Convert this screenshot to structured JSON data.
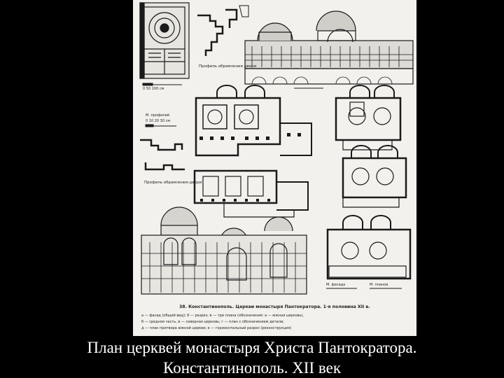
{
  "slide": {
    "background": "#000000",
    "plate": {
      "labels": {
        "profile_top": "Профиль обрамления двери",
        "scale_top": "0  50  100 см",
        "scale_mid_label": "М. профилей",
        "scale_mid": "0  10  20  30 см",
        "profile_mid": "Профиль обрамления двери",
        "scale_bottom_left": "М. фасада",
        "scale_bottom_right": "М. планов",
        "figure_caption": "38. Константинополь. Церкви монастыря Пантократора. 1-я половина XII в.",
        "legend_line_1": "а — фасад (общий вид); б — разрез; в — три плана (обозначения: а — южная церковь),",
        "legend_line_2": "б — средняя часть, в — северная церковь; г — план с обозначением детали;",
        "legend_line_3": "д — план притвора южной церкви; е — горизонтальный разрез (реконструкция)"
      }
    },
    "caption": {
      "line1": "План церквей монастыря Христа Пантократора.",
      "line2": "Константинополь. XII век"
    }
  }
}
